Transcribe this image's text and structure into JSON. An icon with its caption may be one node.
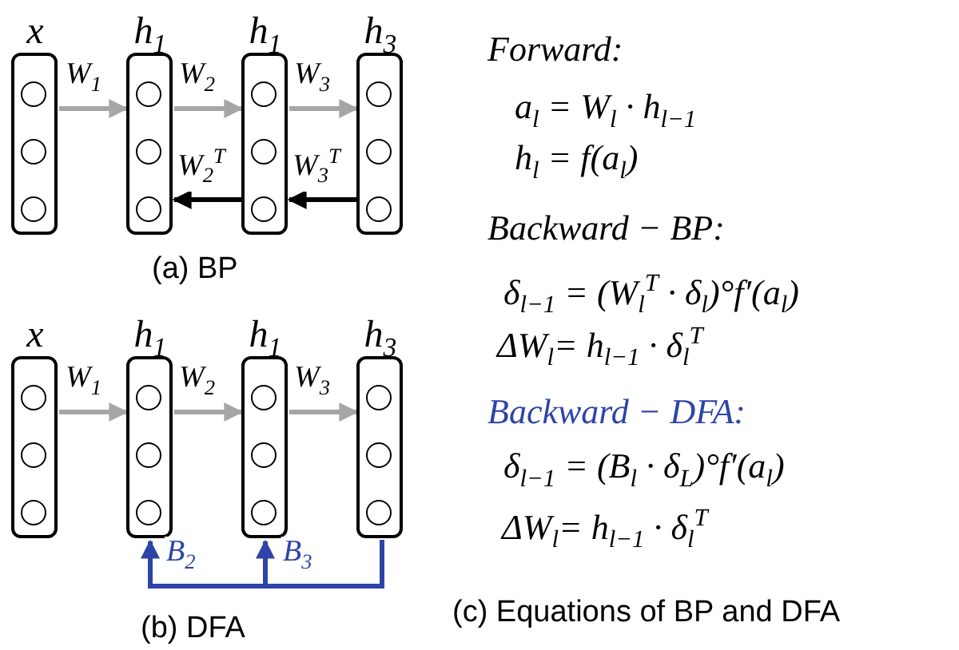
{
  "diagram": {
    "nodes": [
      {
        "text": [
          "x"
        ]
      },
      {
        "text": [
          "*h*$_{1}$"
        ]
      },
      {
        "text": [
          "*h*$_{1}$"
        ]
      },
      {
        "text": [
          "*h*$_{3}$"
        ]
      },
      {
        "text": [
          "x"
        ]
      },
      {
        "text": [
          "*h*$_{1}$"
        ]
      },
      {
        "text": [
          "*h*$_{1}$"
        ]
      },
      {
        "text": [
          "*h*$_{3}$"
        ]
      }
    ],
    "edges": [
      {
        "from": 0,
        "to": 1,
        "arrow": "to",
        "label": "W$_{1}$"
      },
      {
        "from": 1,
        "to": 2,
        "arrow": "to",
        "label": "W$_{2}$"
      },
      {
        "from": 2,
        "to": 3,
        "arrow": "to",
        "label": "W$_{3}$"
      },
      {
        "from": 2,
        "to": 1,
        "arrow": "to",
        "label": "W$_{2}$$^{T}$",
        "color": "#000000"
      },
      {
        "from": 3,
        "to": 2,
        "arrow": "to",
        "label": "W$_{3}$$^{T}$",
        "color": "#000000"
      },
      {
        "from": 4,
        "to": 5,
        "arrow": "to",
        "label": "W$_{1}$"
      },
      {
        "from": 5,
        "to": 6,
        "arrow": "to",
        "label": "W$_{2}$"
      },
      {
        "from": 6,
        "to": 7,
        "arrow": "to",
        "label": "W$_{3}$"
      },
      {
        "from": 7,
        "to": 5,
        "arrow": "to",
        "label": "B$_{2}$",
        "color": "#2e44a8"
      },
      {
        "from": 7,
        "to": 6,
        "arrow": "to",
        "label": "B$_{3}$",
        "color": "#2e44a8"
      }
    ],
    "labels": [
      "(a) BP",
      "(b) DFA",
      "Forward:",
      "a$_{l}$ = W$_{l}$ · h$_{l−1}$",
      "h$_{l}$ = f(a$_{l}$)",
      "Backward − BP:",
      "δ$_{l−1}$ = (W$_{l}$$^{T}$ · δ$_{l}$)°f′(a$_{l}$)",
      "ΔW$_{l}$= h$_{l−1}$ · δ$_{l}$$^{T}$",
      "Backward − DFA:",
      "δ$_{l−1}$ = (B$_{l}$ · δ$_{L}$)°f′(a$_{l}$)",
      "ΔW$_{l}$= h$_{l−1}$ · δ$_{l}$$^{T}$",
      "(c)  Equations of BP and DFA"
    ]
  }
}
